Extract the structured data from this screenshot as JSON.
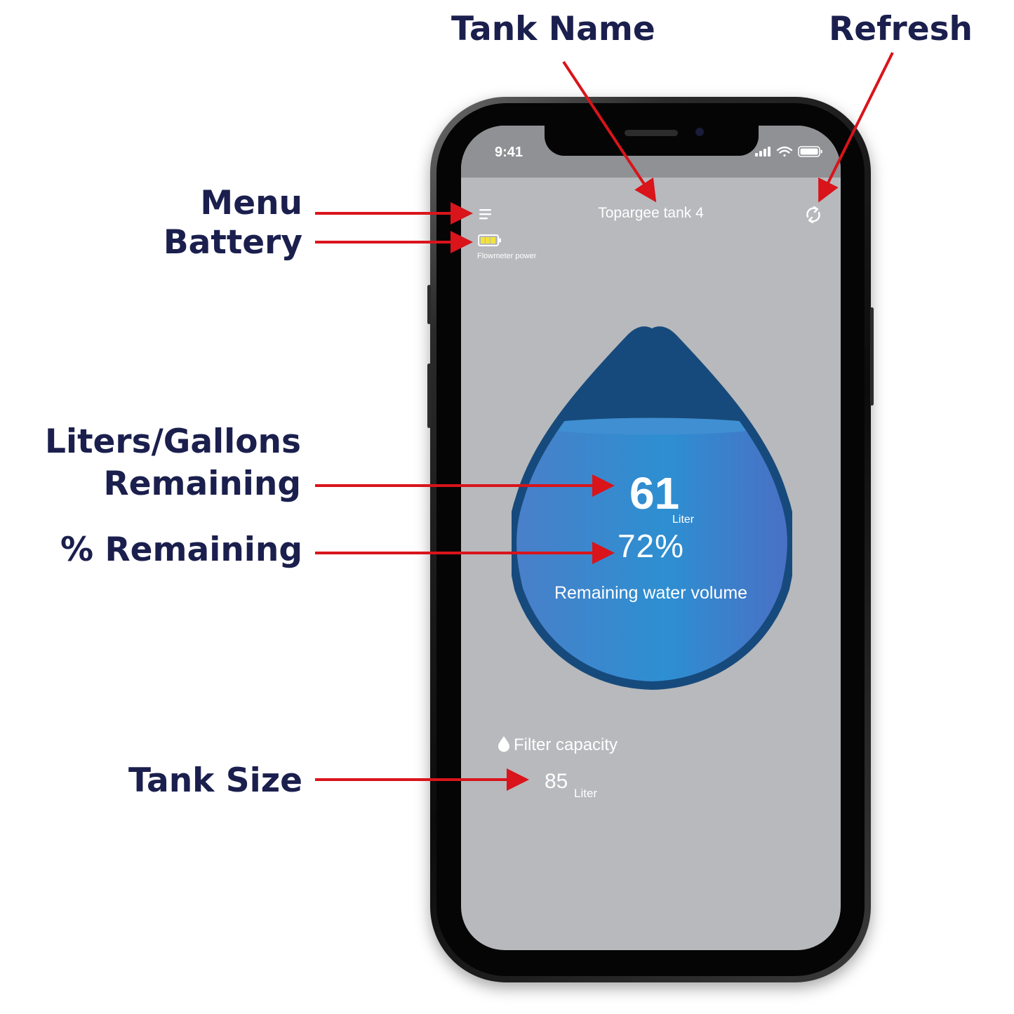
{
  "annotations": {
    "tank_name": "Tank Name",
    "refresh": "Refresh",
    "menu": "Menu",
    "battery": "Battery",
    "liters_line1": "Liters/Gallons",
    "liters_line2": "Remaining",
    "percent_remaining": "% Remaining",
    "tank_size": "Tank Size",
    "arrow_color": "#d9141b",
    "text_color": "#1b1f4d"
  },
  "status_bar": {
    "time": "9:41",
    "icons": [
      "signal-icon",
      "wifi-icon",
      "battery-status-icon"
    ]
  },
  "header": {
    "menu_icon": "menu-icon",
    "title": "Topargee tank 4",
    "refresh_icon": "refresh-icon"
  },
  "battery": {
    "icon": "battery-icon",
    "label": "Flowmeter power",
    "color": "#f2e23a"
  },
  "gauge": {
    "value": "61",
    "unit": "Liter",
    "percent": "72%",
    "fill_fraction": 0.72,
    "label": "Remaining water volume",
    "colors": {
      "drop_dark": "#174a7c",
      "water": "#2f86cc"
    }
  },
  "filter": {
    "icon": "water-drop-icon",
    "label": "Filter capacity",
    "value": "85",
    "unit": "Liter"
  }
}
